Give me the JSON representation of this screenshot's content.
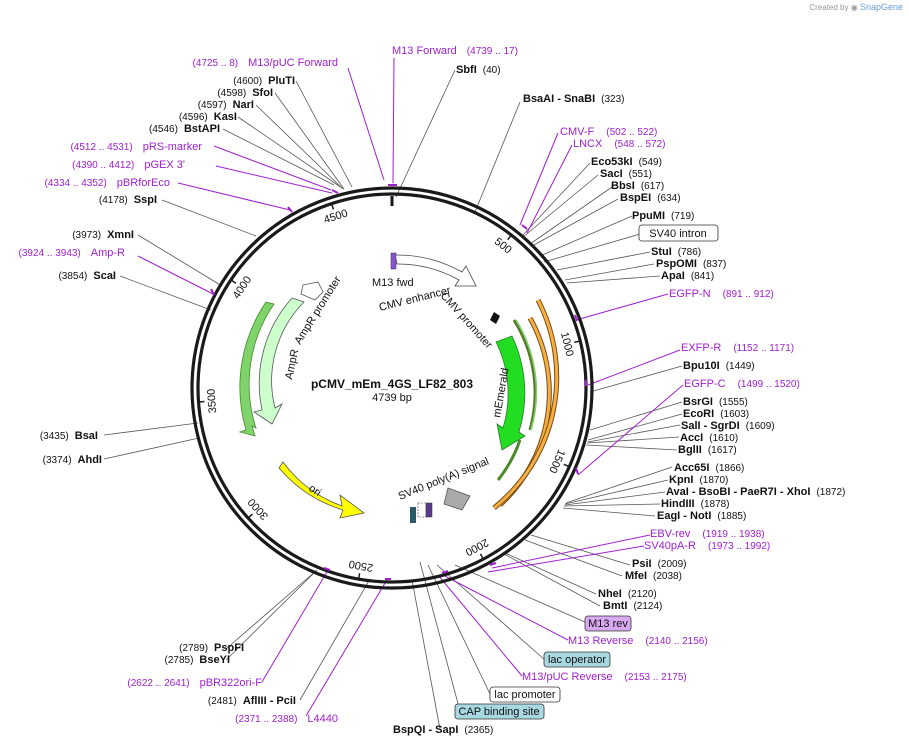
{
  "credit": {
    "prefix": "Created by",
    "brand": "SnapGene"
  },
  "plasmid": {
    "name": "pCMV_mEm_4GS_LF82_803",
    "size": "4739 bp"
  },
  "ticks": [
    "500",
    "1000",
    "1500",
    "2000",
    "2500",
    "3000",
    "3500",
    "4000",
    "4500"
  ],
  "enzymes": [
    {
      "name": "SbfI",
      "pos": "(40)"
    },
    {
      "name": "BsaAI  - SnaBI",
      "pos": "(323)"
    },
    {
      "name": "Eco53kI",
      "pos": "(549)"
    },
    {
      "name": "SacI",
      "pos": "(551)"
    },
    {
      "name": "BbsI",
      "pos": "(617)"
    },
    {
      "name": "BspEI",
      "pos": "(634)"
    },
    {
      "name": "PpuMI",
      "pos": "(719)"
    },
    {
      "name": "StuI",
      "pos": "(786)"
    },
    {
      "name": "PspOMI",
      "pos": "(837)"
    },
    {
      "name": "ApaI",
      "pos": "(841)"
    },
    {
      "name": "Bpu10I",
      "pos": "(1449)"
    },
    {
      "name": "BsrGI",
      "pos": "(1555)"
    },
    {
      "name": "EcoRI",
      "pos": "(1603)"
    },
    {
      "name": "SalI  - SgrDI",
      "pos": "(1609)"
    },
    {
      "name": "AccI",
      "pos": "(1610)"
    },
    {
      "name": "BglII",
      "pos": "(1617)"
    },
    {
      "name": "Acc65I",
      "pos": "(1866)"
    },
    {
      "name": "KpnI",
      "pos": "(1870)"
    },
    {
      "name": "AvaI  - BsoBI  - PaeR7I  - XhoI",
      "pos": "(1872)"
    },
    {
      "name": "HindIII",
      "pos": "(1878)"
    },
    {
      "name": "EagI  - NotI",
      "pos": "(1885)"
    },
    {
      "name": "PsiI",
      "pos": "(2009)"
    },
    {
      "name": "MfeI",
      "pos": "(2038)"
    },
    {
      "name": "NheI",
      "pos": "(2120)"
    },
    {
      "name": "BmtI",
      "pos": "(2124)"
    },
    {
      "name": "BspQI  - SapI",
      "pos": "(2365)"
    },
    {
      "name": "AflIII  - PciI",
      "pos": "(2481)"
    },
    {
      "name": "BseYI",
      "pos": "(2785)"
    },
    {
      "name": "PspFI",
      "pos": "(2789)"
    },
    {
      "name": "AhdI",
      "pos": "(3374)"
    },
    {
      "name": "BsaI",
      "pos": "(3435)"
    },
    {
      "name": "ScaI",
      "pos": "(3854)"
    },
    {
      "name": "XmnI",
      "pos": "(3973)"
    },
    {
      "name": "SspI",
      "pos": "(4178)"
    },
    {
      "name": "BstAPI",
      "pos": "(4546)"
    },
    {
      "name": "KasI",
      "pos": "(4596)"
    },
    {
      "name": "NarI",
      "pos": "(4597)"
    },
    {
      "name": "SfoI",
      "pos": "(4598)"
    },
    {
      "name": "PluTI",
      "pos": "(4600)"
    }
  ],
  "primers": [
    {
      "name": "M13 Forward",
      "pos": "(4739 .. 17)"
    },
    {
      "name": "M13/pUC Forward",
      "pos": "(4725 .. 8)"
    },
    {
      "name": "pRS-marker",
      "pos": "(4512 .. 4531)"
    },
    {
      "name": "pGEX 3'",
      "pos": "(4390 .. 4412)"
    },
    {
      "name": "pBRforEco",
      "pos": "(4334 .. 4352)"
    },
    {
      "name": "Amp-R",
      "pos": "(3924 .. 3943)"
    },
    {
      "name": "CMV-F",
      "pos": "(502 .. 522)"
    },
    {
      "name": "LNCX",
      "pos": "(548 .. 572)"
    },
    {
      "name": "EGFP-N",
      "pos": "(891 .. 912)"
    },
    {
      "name": "EXFP-R",
      "pos": "(1152 .. 1171)"
    },
    {
      "name": "EGFP-C",
      "pos": "(1499 .. 1520)"
    },
    {
      "name": "EBV-rev",
      "pos": "(1919 .. 1938)"
    },
    {
      "name": "SV40pA-R",
      "pos": "(1973 .. 1992)"
    },
    {
      "name": "M13 Reverse",
      "pos": "(2140 .. 2156)"
    },
    {
      "name": "M13/pUC Reverse",
      "pos": "(2153 .. 2175)"
    },
    {
      "name": "pBR322ori-F",
      "pos": "(2622 .. 2641)"
    },
    {
      "name": "L4440",
      "pos": "(2371 .. 2388)"
    }
  ],
  "boxed_features": [
    "SV40 intron",
    "M13 rev",
    "lac operator",
    "lac promoter",
    "CAP binding site"
  ],
  "feature_labels": {
    "m13_fwd": "M13 fwd",
    "cmv_enhancer": "CMV enhancer",
    "cmv_promoter": "CMV promoter",
    "memerald": "mEmerald",
    "sv40_polya": "SV40 poly(A) signal",
    "ori": "ori",
    "ampr": "AmpR",
    "ampr_promoter": "AmpR promoter"
  },
  "colors": {
    "backbone": "#1a1a1a",
    "primer": "#a020d0",
    "memerald": "#22dd22",
    "ori": "#ffff00",
    "ampr": "#ccffcc",
    "orf_orange": "#f5b041",
    "orf_green": "#7fd36b",
    "lac_operator": "#a8d8e0",
    "m13rev": "#d8a8f0"
  }
}
